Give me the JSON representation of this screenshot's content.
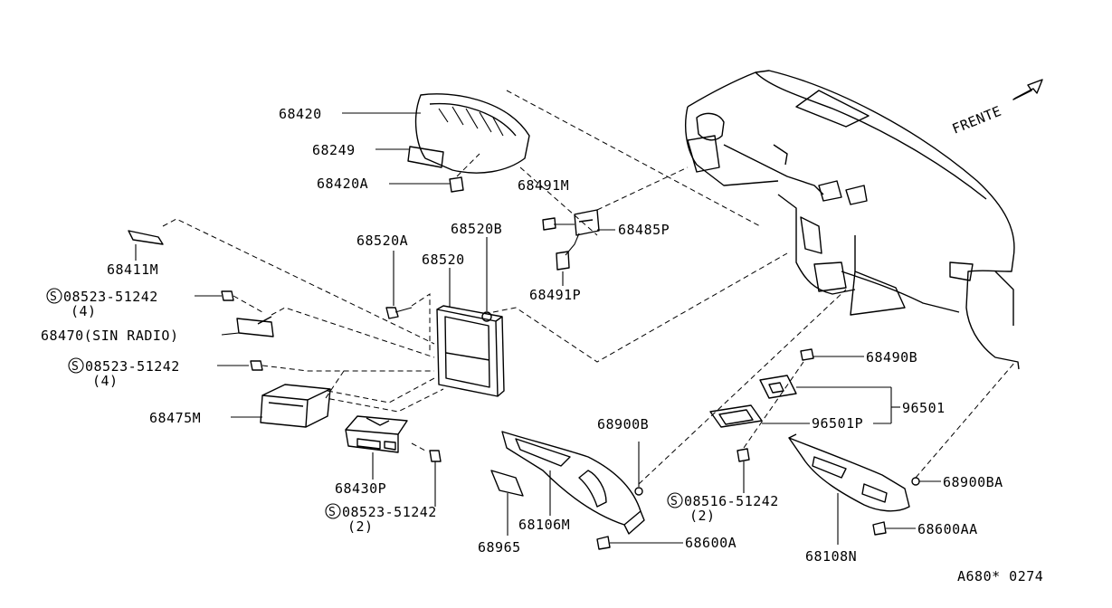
{
  "parts": {
    "p68420": "68420",
    "p68249": "68249",
    "p68420A": "68420A",
    "p68491M": "68491M",
    "p68485P": "68485P",
    "p68491P": "68491P",
    "p68520A": "68520A",
    "p68520B": "68520B",
    "p68520": "68520",
    "p68411M": "68411M",
    "p08523_a": "08523-51242",
    "p08523_a_qty": "(4)",
    "p68470": "68470(SIN RADIO)",
    "p08523_b": "08523-51242",
    "p08523_b_qty": "(4)",
    "p68475M": "68475M",
    "p68430P": "68430P",
    "p08523_c": "08523-51242",
    "p08523_c_qty": "(2)",
    "p68900B": "68900B",
    "p68106M": "68106M",
    "p68965": "68965",
    "p68600A": "68600A",
    "p68490B": "68490B",
    "p96501": "96501",
    "p96501P": "96501P",
    "p08516": "08516-51242",
    "p08516_qty": "(2)",
    "p68900BA": "68900BA",
    "p68600AA": "68600AA",
    "p68108N": "68108N"
  },
  "screw_symbol": "S",
  "direction": "FRENTE",
  "diagram_code": "A680* 0274"
}
